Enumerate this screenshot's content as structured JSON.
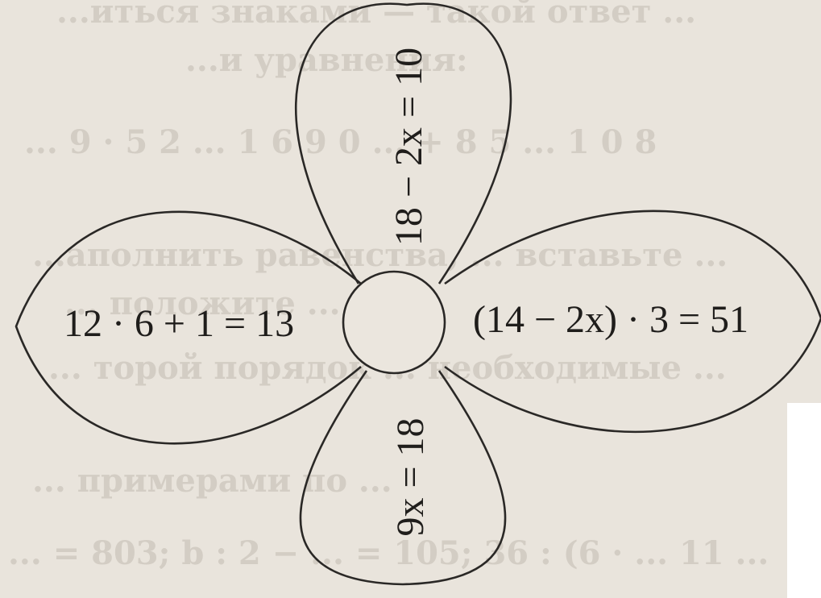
{
  "flower": {
    "top_equation": "18 − 2x = 10",
    "left_equation": "12 · 6 + 1 = 13",
    "right_equation": "(14 − 2x) · 3 = 51",
    "bottom_equation": "9x = 18"
  },
  "background_text": [
    "...иться знаками — такой ответ ...",
    "...и уравнения:",
    "... 9 · 5 2 ... 1 6 9 0 ... + 8 5 ... 1 0 8",
    "...аполнить равенства, ... вставьте ...",
    "... положите ... б ...",
    "... торой порядок ... необходимые ...",
    "... примерами по ...",
    "... = 803;   b : 2 − ... = 105;   36 : (6 · ... 11 ..."
  ]
}
